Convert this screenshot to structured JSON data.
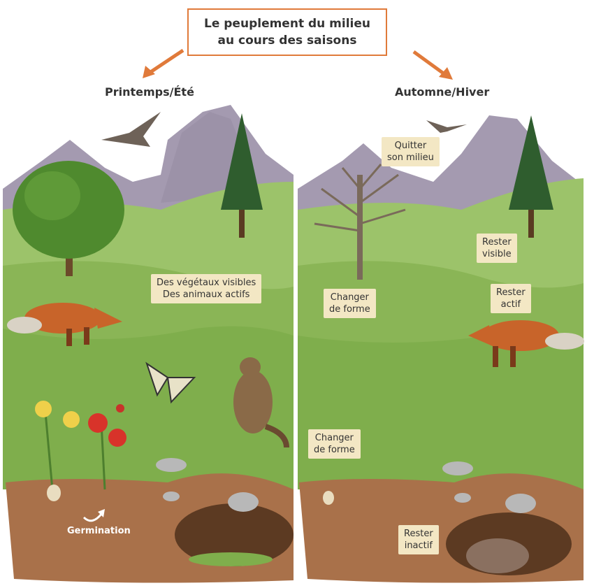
{
  "title": {
    "line1": "Le peuplement du milieu",
    "line2": "au cours des saisons"
  },
  "seasons": {
    "left": "Printemps/Été",
    "right": "Automne/Hiver"
  },
  "left_labels": {
    "visible_line1": "Des végétaux visibles",
    "visible_line2": "Des animaux actifs",
    "germination": "Germination"
  },
  "right_labels": {
    "quit_line1": "Quitter",
    "quit_line2": "son milieu",
    "visible_line1": "Rester",
    "visible_line2": "visible",
    "change1_line1": "Changer",
    "change1_line2": "de forme",
    "active_line1": "Rester",
    "active_line2": "actif",
    "change2_line1": "Changer",
    "change2_line2": "de forme",
    "inactive_line1": "Rester",
    "inactive_line2": "inactif"
  },
  "colors": {
    "arrow": "#e07a3a",
    "label_bg": "#f3e7c4",
    "grass": "#8fb55a",
    "soil": "#a9714a"
  }
}
